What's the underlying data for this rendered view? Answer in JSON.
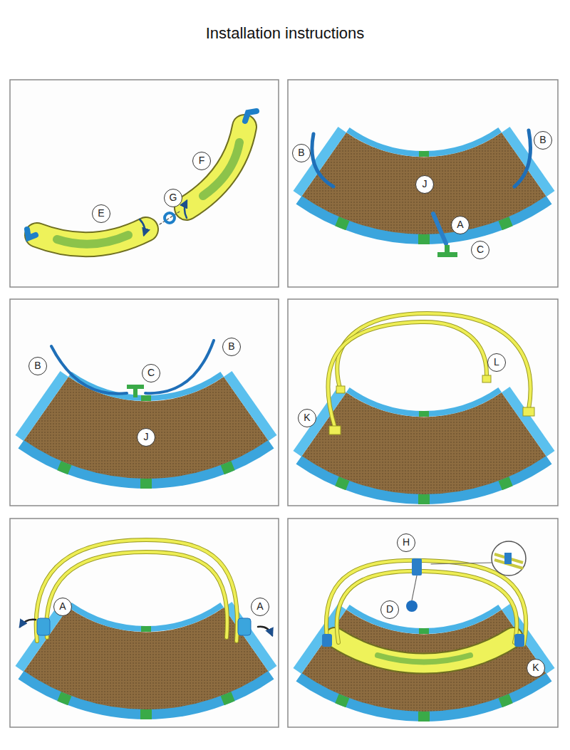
{
  "diagram": {
    "title": "Installation instructions",
    "labels": [
      "F",
      "G",
      "E",
      "B",
      "B",
      "J",
      "A",
      "C",
      "B",
      "B",
      "C",
      "J",
      "L",
      "K",
      "A",
      "A",
      "H",
      "D",
      "K"
    ]
  }
}
